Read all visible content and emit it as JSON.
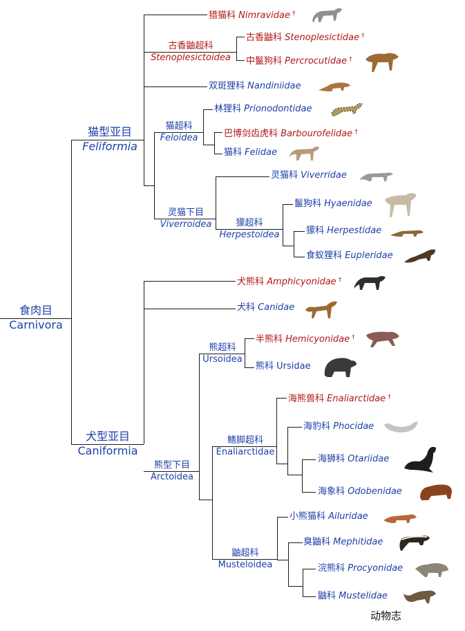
{
  "colors": {
    "extant": "#1c3fa8",
    "extinct": "#b01818",
    "line": "#1a1a1a"
  },
  "extinct_marker": "†",
  "root": {
    "zh": "食肉目",
    "la": "Carnivora"
  },
  "suborders": {
    "feliformia": {
      "zh": "猫型亚目",
      "la": "Feliformia"
    },
    "caniformia": {
      "zh": "犬型亚目",
      "la": "Caniformia"
    }
  },
  "clades": {
    "stenoplesictoidea": {
      "zh": "古香鼬超科",
      "la": "Stenoplesictoidea",
      "extinct": true
    },
    "feloidea": {
      "zh": "猫超科",
      "la": "Feloidea"
    },
    "viverroidea": {
      "zh": "灵猫下目",
      "la": "Viverroidea"
    },
    "herpestoidea": {
      "zh": "獴超科",
      "la": "Herpestoidea"
    },
    "arctoidea": {
      "zh": "熊型下目",
      "la": "Arctoidea"
    },
    "ursoidea": {
      "zh": "熊超科",
      "la": "Ursoidea"
    },
    "pinnipedia": {
      "zh": "鳍脚超科",
      "la": "Enaliarctidae"
    },
    "musteloidea": {
      "zh": "鼬超科",
      "la": "Musteloidea"
    }
  },
  "families": [
    {
      "id": "nimravidae",
      "zh": "猎猫科",
      "la": "Nimravidae",
      "extinct": true,
      "animal": "nimravid-icon"
    },
    {
      "id": "stenoplesictidae",
      "zh": "古香鼬科",
      "la": "Stenoplesictidae",
      "extinct": true,
      "animal": ""
    },
    {
      "id": "percrocutidae",
      "zh": "中鬣狗科",
      "la": "Percrocutidae",
      "extinct": true,
      "animal": "percrocutid-icon"
    },
    {
      "id": "nandiniidae",
      "zh": "双斑狸科",
      "la": "Nandiniidae",
      "extinct": false,
      "animal": "african-palm-civet-icon"
    },
    {
      "id": "prionodontidae",
      "zh": "林狸科",
      "la": "Prionodontidae",
      "extinct": false,
      "animal": "linsang-icon"
    },
    {
      "id": "barbourofelidae",
      "zh": "巴博剑齿虎科",
      "la": "Barbourofelidae",
      "extinct": true,
      "animal": ""
    },
    {
      "id": "felidae",
      "zh": "猫科",
      "la": "Felidae",
      "extinct": false,
      "animal": "cat-icon"
    },
    {
      "id": "viverridae",
      "zh": "灵猫科",
      "la": "Viverridae",
      "extinct": false,
      "animal": "civet-icon"
    },
    {
      "id": "hyaenidae",
      "zh": "鬣狗科",
      "la": "Hyaenidae",
      "extinct": false,
      "animal": "hyena-icon"
    },
    {
      "id": "herpestidae",
      "zh": "獴科",
      "la": "Herpestidae",
      "extinct": false,
      "animal": "mongoose-icon"
    },
    {
      "id": "eupleridae",
      "zh": "食蚁狸科",
      "la": "Eupleridae",
      "extinct": false,
      "animal": "fossa-icon"
    },
    {
      "id": "amphicyonidae",
      "zh": "犬熊科",
      "la": "Amphicyonidae",
      "extinct": true,
      "animal": "bear-dog-icon"
    },
    {
      "id": "canidae",
      "zh": "犬科",
      "la": "Canidae",
      "extinct": false,
      "animal": "jackal-icon"
    },
    {
      "id": "hemicyonidae",
      "zh": "半熊科",
      "la": "Hemicyonidae",
      "extinct": true,
      "animal": "hemicyonid-icon"
    },
    {
      "id": "ursidae",
      "zh": "熊科",
      "la": "Ursidae",
      "extinct": false,
      "animal": "bear-icon"
    },
    {
      "id": "enaliarctidae",
      "zh": "海熊兽科",
      "la": "Enaliarctidae",
      "extinct": true,
      "animal": ""
    },
    {
      "id": "phocidae",
      "zh": "海豹科",
      "la": "Phocidae",
      "extinct": false,
      "animal": "seal-icon"
    },
    {
      "id": "otariidae",
      "zh": "海狮科",
      "la": "Otariidae",
      "extinct": false,
      "animal": "sea-lion-icon"
    },
    {
      "id": "odobenidae",
      "zh": "海象科",
      "la": "Odobenidae",
      "extinct": false,
      "animal": "walrus-icon"
    },
    {
      "id": "ailuridae",
      "zh": "小熊猫科",
      "la": "Ailuridae",
      "extinct": false,
      "animal": "red-panda-icon"
    },
    {
      "id": "mephitidae",
      "zh": "臭鼬科",
      "la": "Mephitidae",
      "extinct": false,
      "animal": "skunk-icon"
    },
    {
      "id": "procyonidae",
      "zh": "浣熊科",
      "la": "Procyonidae",
      "extinct": false,
      "animal": "raccoon-icon"
    },
    {
      "id": "mustelidae",
      "zh": "鼬科",
      "la": "Mustelidae",
      "extinct": false,
      "animal": "ferret-icon"
    }
  ],
  "caption": "动物志"
}
